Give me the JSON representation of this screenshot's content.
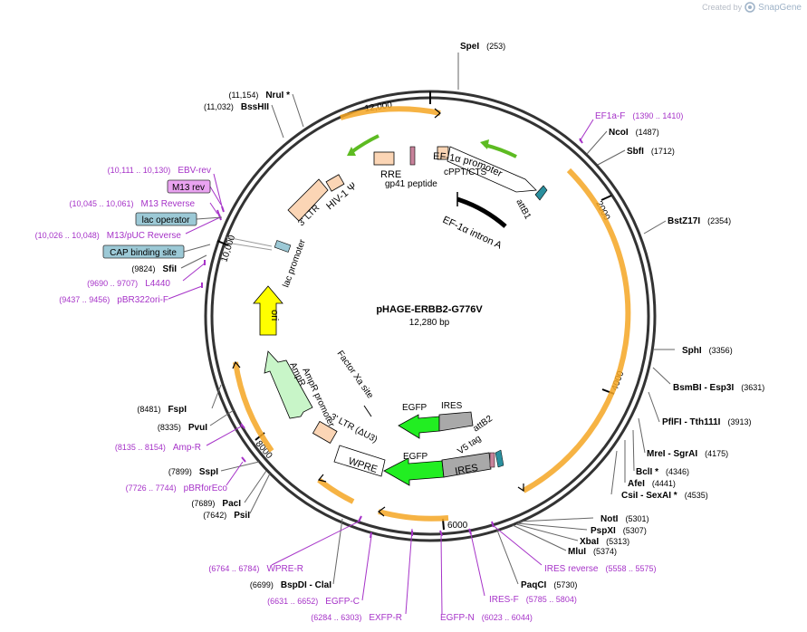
{
  "header": {
    "created_by": "Created by",
    "brand": "SnapGene"
  },
  "plasmid": {
    "name": "pHAGE-ERBB2-G776V",
    "size": "12,280 bp",
    "length": 12280
  },
  "ticks": [
    "2000",
    "4000",
    "6000",
    "8000",
    "10,000",
    "12,000"
  ],
  "enzymes": [
    {
      "name": "SpeI",
      "pos": "(253)"
    },
    {
      "name": "NcoI",
      "pos": "(1487)"
    },
    {
      "name": "SbfI",
      "pos": "(1712)"
    },
    {
      "name": "BstZ17I",
      "pos": "(2354)"
    },
    {
      "name": "SphI",
      "pos": "(3356)"
    },
    {
      "name": "BsmBI - Esp3I",
      "pos": "(3631)"
    },
    {
      "name": "PflFI - Tth111I",
      "pos": "(3913)"
    },
    {
      "name": "MreI - SgrAI",
      "pos": "(4175)"
    },
    {
      "name": "BclI *",
      "pos": "(4346)"
    },
    {
      "name": "AfeI",
      "pos": "(4441)"
    },
    {
      "name": "CsiI - SexAI *",
      "pos": "(4535)"
    },
    {
      "name": "NotI",
      "pos": "(5301)"
    },
    {
      "name": "PspXI",
      "pos": "(5307)"
    },
    {
      "name": "XbaI",
      "pos": "(5313)"
    },
    {
      "name": "MluI",
      "pos": "(5374)"
    },
    {
      "name": "PaqCI",
      "pos": "(5730)"
    },
    {
      "name": "BspDI - ClaI",
      "pos": "(6699)"
    },
    {
      "name": "PsiI",
      "pos": "(7642)"
    },
    {
      "name": "PacI",
      "pos": "(7689)"
    },
    {
      "name": "SspI",
      "pos": "(7899)"
    },
    {
      "name": "PvuI",
      "pos": "(8335)"
    },
    {
      "name": "FspI",
      "pos": "(8481)"
    },
    {
      "name": "SfiI",
      "pos": "(9824)"
    },
    {
      "name": "BssHII",
      "pos": "(11,032)"
    },
    {
      "name": "NruI *",
      "pos": "(11,154)"
    }
  ],
  "primers": [
    {
      "name": "EF1a-F",
      "pos": "(1390 .. 1410)"
    },
    {
      "name": "IRES reverse",
      "pos": "(5558 .. 5575)"
    },
    {
      "name": "IRES-F",
      "pos": "(5785 .. 5804)"
    },
    {
      "name": "EGFP-N",
      "pos": "(6023 .. 6044)"
    },
    {
      "name": "EXFP-R",
      "pos": "(6284 .. 6303)"
    },
    {
      "name": "EGFP-C",
      "pos": "(6631 .. 6652)"
    },
    {
      "name": "WPRE-R",
      "pos": "(6764 .. 6784)"
    },
    {
      "name": "pBRforEco",
      "pos": "(7726 .. 7744)"
    },
    {
      "name": "Amp-R",
      "pos": "(8135 .. 8154)"
    },
    {
      "name": "pBR322ori-F",
      "pos": "(9437 .. 9456)"
    },
    {
      "name": "L4440",
      "pos": "(9690 .. 9707)"
    },
    {
      "name": "M13/pUC Reverse",
      "pos": "(10,026 .. 10,048)"
    },
    {
      "name": "M13 Reverse",
      "pos": "(10,045 .. 10,061)"
    },
    {
      "name": "EBV-rev",
      "pos": "(10,111 .. 10,130)"
    }
  ],
  "boxed_labels": [
    {
      "name": "M13 rev",
      "color": "#e9a3f0"
    },
    {
      "name": "lac operator",
      "color": "#9cc9d6"
    },
    {
      "name": "CAP binding site",
      "color": "#9cc9d6"
    }
  ],
  "features": {
    "ef1a_promoter": "EF-1α promoter",
    "attb1": "attB1",
    "ef1a_intron": "EF-1α intron A",
    "cppt": "cPPT/CTS",
    "rre": "RRE",
    "gp41": "gp41 peptide",
    "hiv_psi": "HIV-1 Ψ",
    "ltr3": "3' LTR",
    "lac_promoter": "lac promoter",
    "ori": "ori",
    "ampr": "AmpR",
    "ampr_promoter": "AmpR promoter",
    "factor_xa": "Factor Xa site",
    "ltr3_du3": "3' LTR (ΔU3)",
    "wpre": "WPRE",
    "egfp1": "EGFP",
    "ires1": "IRES",
    "attb2": "attB2",
    "v5tag": "V5 tag",
    "egfp2": "EGFP",
    "ires2": "IRES"
  },
  "colors": {
    "backbone": "#333333",
    "enzyme_line": "#666666",
    "primer": "#a633c8",
    "orf_orange": "#f5a623",
    "egfp_green": "#22ee22",
    "ori_yellow": "#ffff00",
    "ampr_green": "#c8f5c8",
    "peach": "#fbd5b5",
    "gray": "#a9a9a9",
    "promoter_white": "#ffffff"
  }
}
